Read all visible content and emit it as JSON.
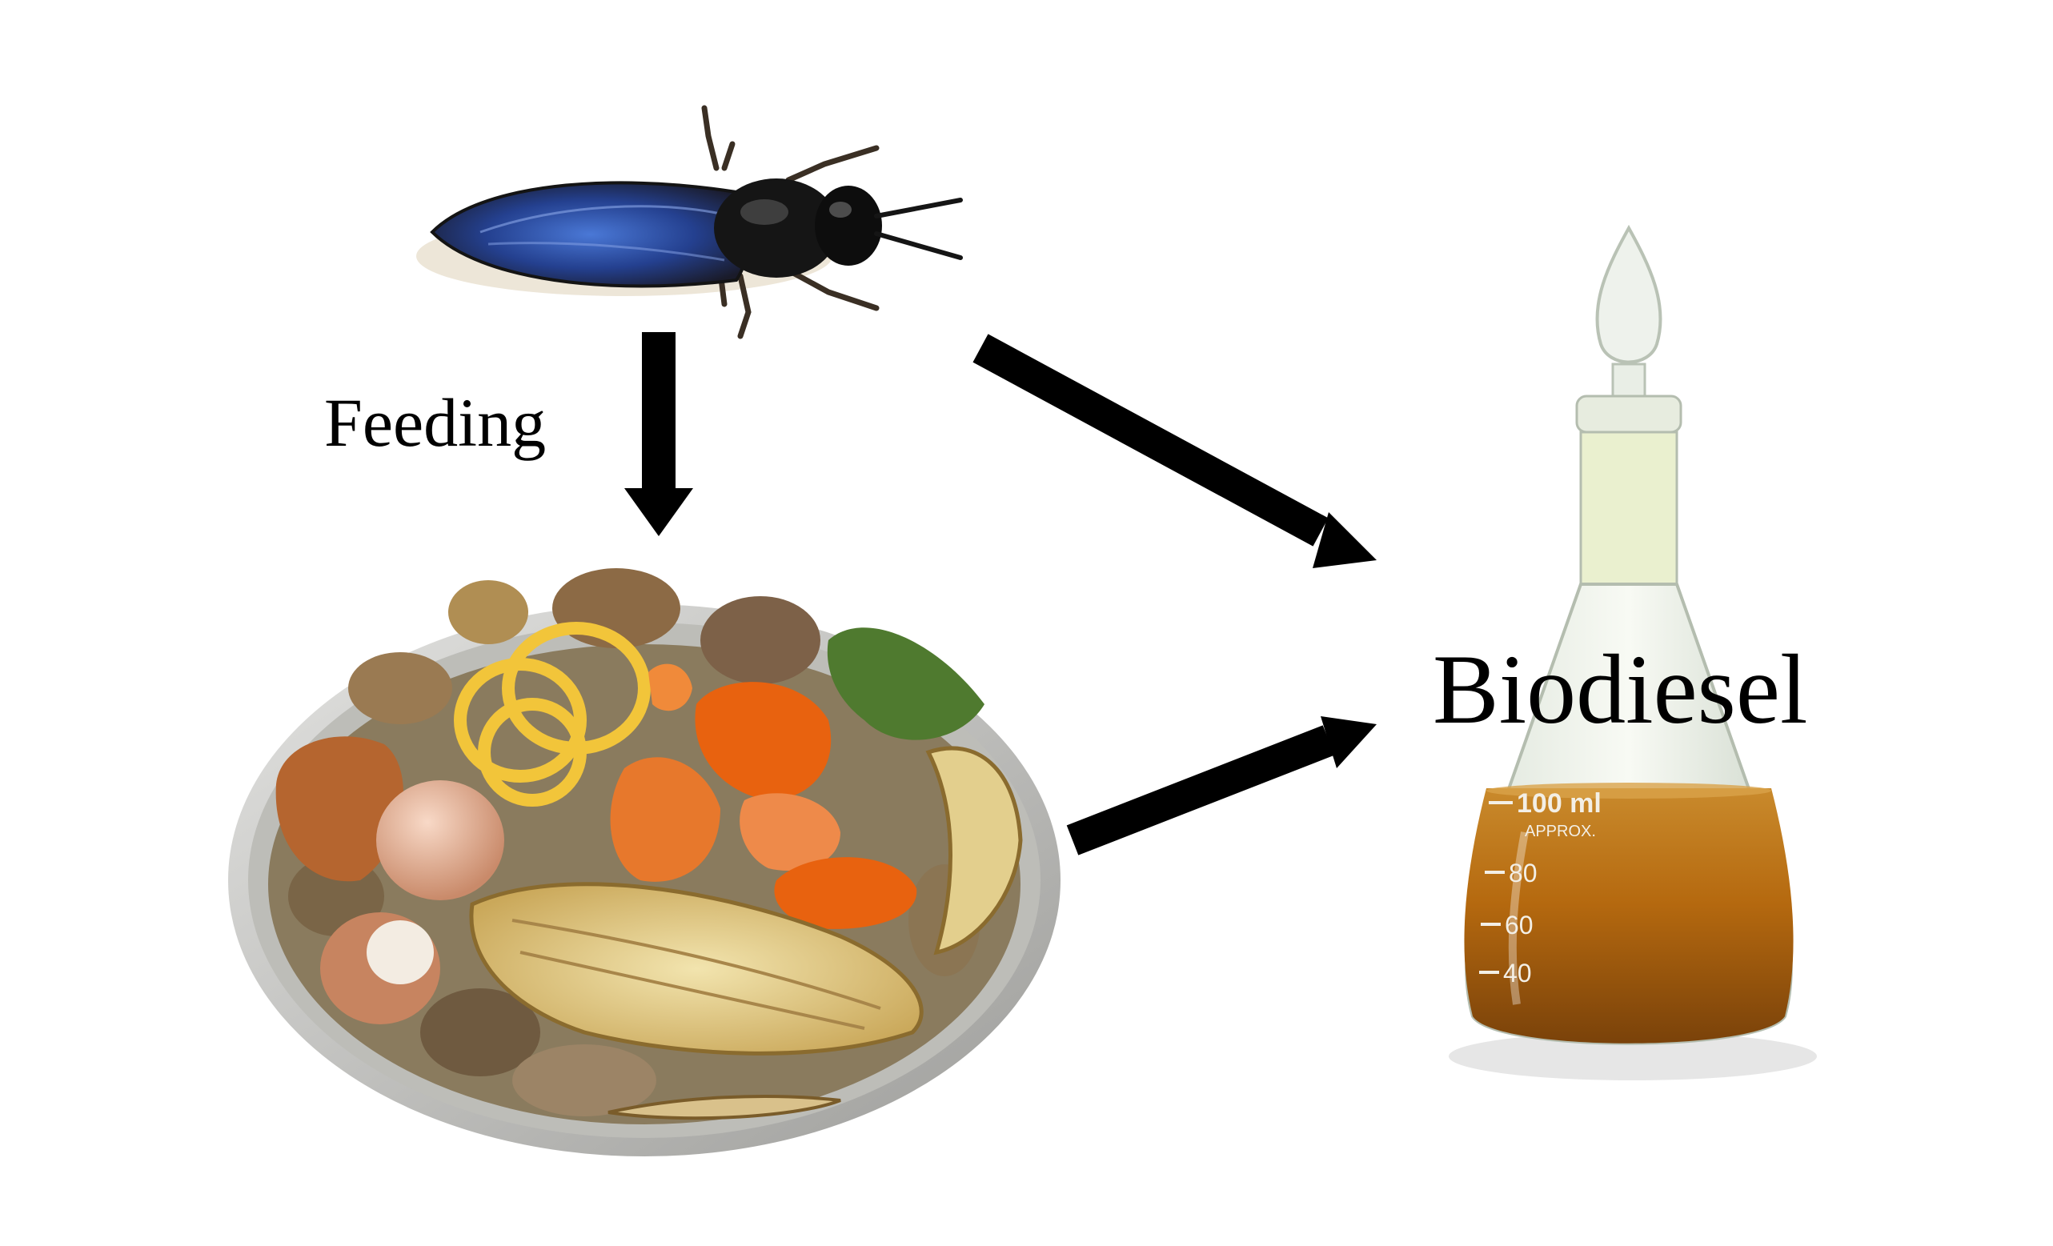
{
  "labels": {
    "feeding": "Feeding",
    "product": "Biodiesel"
  },
  "flask_markings": {
    "volume": "100 ml",
    "approx": "APPROX.",
    "graduations": [
      "80",
      "60",
      "40"
    ]
  },
  "colors": {
    "arrow": "#000000",
    "oil": "#b5690f",
    "fly_wing": "#2f4fa8",
    "orange_peel": "#e8620f",
    "lemon": "#f2c53a",
    "banana": "#e3cf8d"
  },
  "icons": {
    "insect": "black-soldier-fly-icon",
    "waste": "food-waste-bowl-icon",
    "product": "oil-flask-icon"
  }
}
